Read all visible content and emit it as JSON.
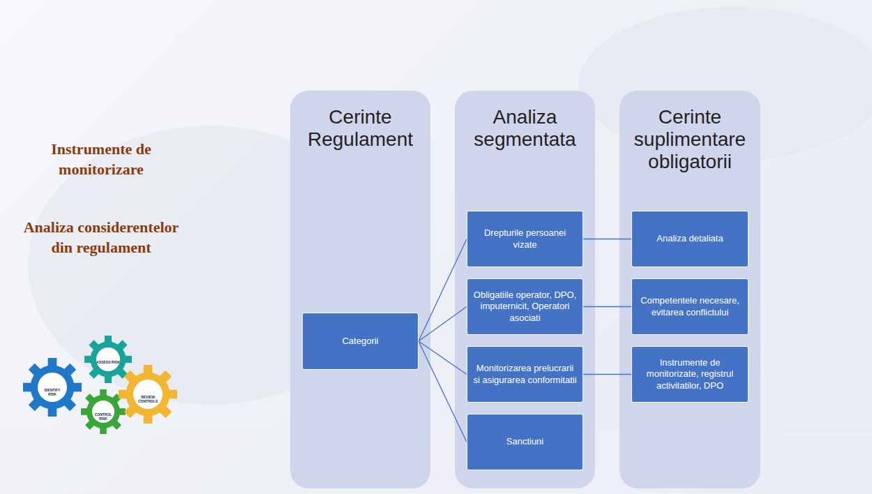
{
  "diagram": {
    "title": "Instrumente de monitorizare",
    "nodes": [
      {
        "text": [
          "Cerinte Regulament"
        ]
      },
      {
        "text": [
          "Analiza segmentata"
        ]
      },
      {
        "text": [
          "Cerinte suplimentare obligatorii"
        ]
      },
      {
        "text": [
          "Categorii"
        ],
        "in": 0
      },
      {
        "text": [
          "Drepturile persoanei vizate"
        ],
        "in": 1
      },
      {
        "text": [
          "Obligatiile operator, DPO, imputernicit, Operatori asociati"
        ],
        "in": 1
      },
      {
        "text": [
          "Monitorizarea prelucrarii si asigurarea conformitatii"
        ],
        "in": 1
      },
      {
        "text": [
          "Sanctiuni"
        ],
        "in": 1
      },
      {
        "text": [
          "Analiza detaliata"
        ],
        "in": 2
      },
      {
        "text": [
          "Competentele necesare, evitarea conflictului"
        ],
        "in": 2
      },
      {
        "text": [
          "Instrumente de monitorizate, registrul activitatilor, DPO"
        ],
        "in": 2
      }
    ],
    "edges": [
      {
        "from": 3,
        "to": 4,
        "arrow": "none"
      },
      {
        "from": 3,
        "to": 5,
        "arrow": "none"
      },
      {
        "from": 3,
        "to": 6,
        "arrow": "none"
      },
      {
        "from": 3,
        "to": 7,
        "arrow": "none"
      },
      {
        "from": 4,
        "to": 8,
        "arrow": "none"
      },
      {
        "from": 5,
        "to": 9,
        "arrow": "none"
      },
      {
        "from": 6,
        "to": 10,
        "arrow": "none"
      }
    ],
    "labels": [
      "Analiza considerentelor din regulament",
      "IDENTIFY RISK",
      "ASSESS RISK",
      "CONTROL RISK",
      "REVIEW CONTROLS"
    ]
  }
}
